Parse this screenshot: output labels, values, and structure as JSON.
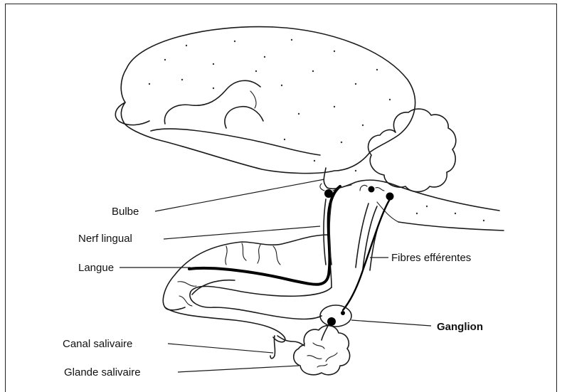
{
  "labels": {
    "bulbe": "Bulbe",
    "nerf_lingual": "Nerf lingual",
    "langue": "Langue",
    "fibres_efferentes": "Fibres efférentes",
    "ganglion": "Ganglion",
    "canal_salivaire": "Canal salivaire",
    "glande_salivaire": "Glande salivaire"
  },
  "colors": {
    "ink": "#1a1a1a",
    "background": "#ffffff"
  }
}
